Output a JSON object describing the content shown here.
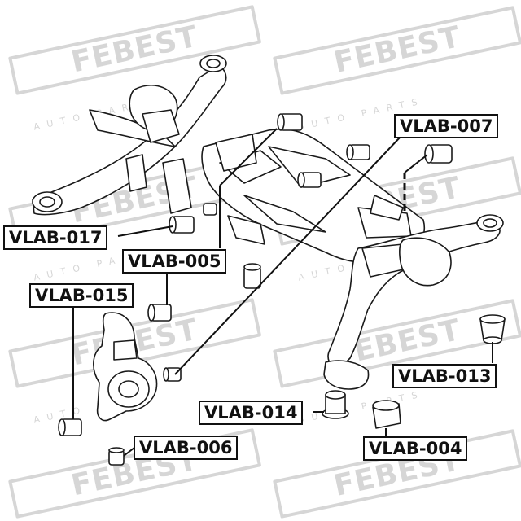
{
  "brand": {
    "watermark_text": "FEBEST",
    "watermark_subtext": "AUTO PARTS"
  },
  "labels": {
    "vlab_007": "VLAB-007",
    "vlab_017": "VLAB-017",
    "vlab_005": "VLAB-005",
    "vlab_015": "VLAB-015",
    "vlab_013": "VLAB-013",
    "vlab_014": "VLAB-014",
    "vlab_004": "VLAB-004",
    "vlab_006": "VLAB-006"
  }
}
